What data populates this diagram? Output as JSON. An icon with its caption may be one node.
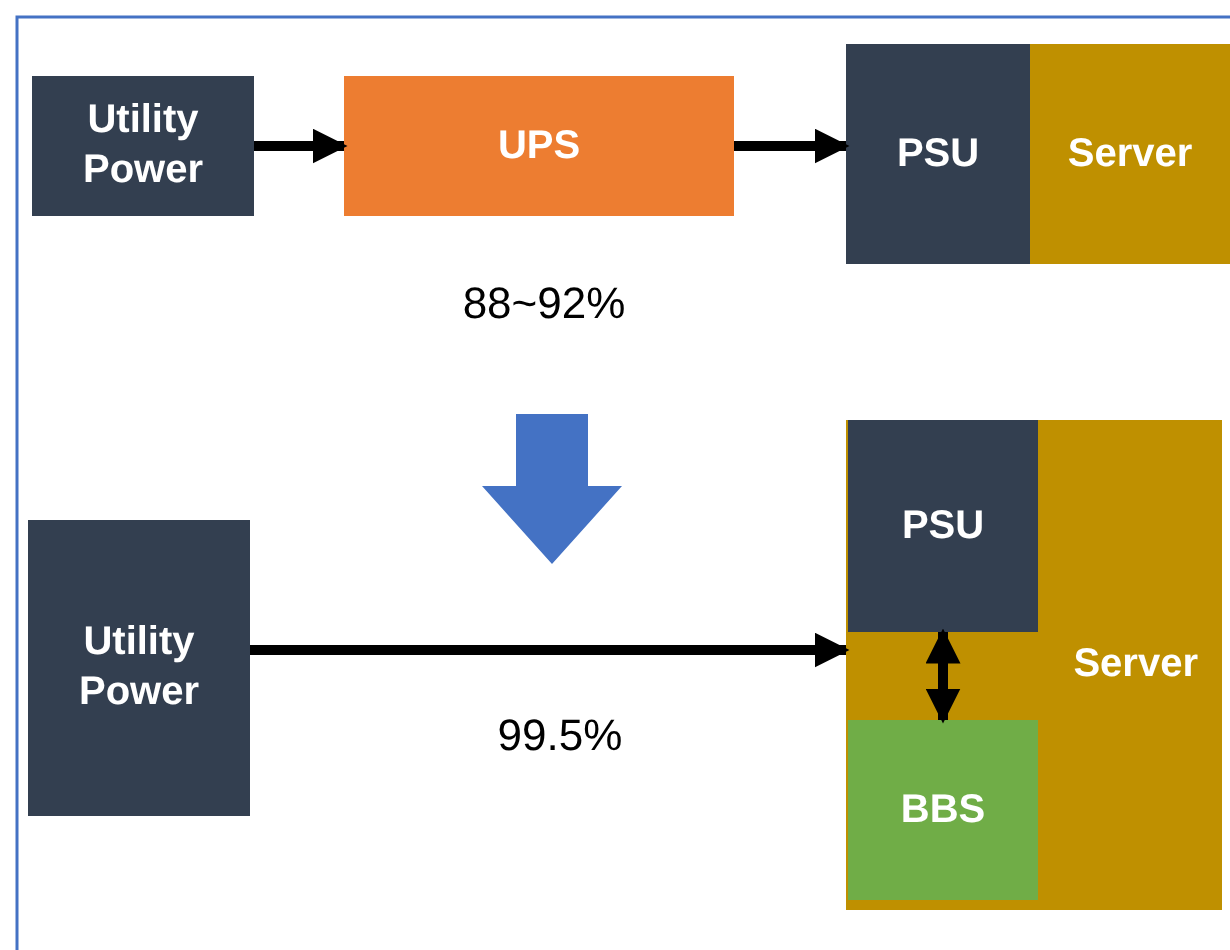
{
  "diagram": {
    "nodes": [
      {
        "text": [
          "Utility Power"
        ]
      },
      {
        "text": [
          "UPS"
        ]
      },
      {
        "text": [
          "PSU"
        ]
      },
      {
        "text": [
          "Server"
        ]
      },
      {
        "text": [
          "Utility Power"
        ]
      },
      {
        "text": [
          "Server"
        ]
      },
      {
        "text": [
          "PSU"
        ],
        "in": 5
      },
      {
        "text": [
          "BBS"
        ],
        "in": 5
      }
    ],
    "edges": [
      {
        "from": 0,
        "to": 1,
        "arrow": "to"
      },
      {
        "from": 1,
        "to": 2,
        "arrow": "to"
      },
      {
        "from": 4,
        "to": 5,
        "arrow": "to"
      },
      {
        "from": 6,
        "to": 7,
        "arrow": "both"
      }
    ],
    "labels": [
      "88~92%",
      "99.5%"
    ]
  }
}
